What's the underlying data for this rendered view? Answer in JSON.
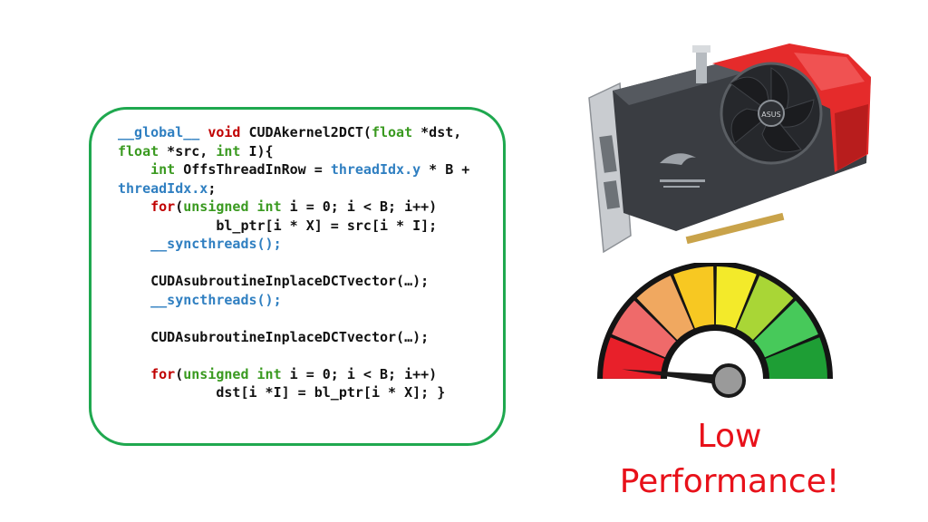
{
  "code": {
    "lines": [
      [
        {
          "t": "__global__",
          "c": "kw-blue"
        },
        {
          "t": " ",
          "c": ""
        },
        {
          "t": "void",
          "c": "kw-red"
        },
        {
          "t": " CUDAkernel2DCT(",
          "c": ""
        },
        {
          "t": "float",
          "c": "kw-green"
        },
        {
          "t": " *dst,",
          "c": ""
        }
      ],
      [
        {
          "t": "float",
          "c": "kw-green"
        },
        {
          "t": " *src, ",
          "c": ""
        },
        {
          "t": "int",
          "c": "kw-green"
        },
        {
          "t": " I){",
          "c": ""
        }
      ],
      [
        {
          "t": "    ",
          "c": ""
        },
        {
          "t": "int",
          "c": "kw-green"
        },
        {
          "t": " OffsThreadInRow = ",
          "c": ""
        },
        {
          "t": "threadIdx.y",
          "c": "kw-blue"
        },
        {
          "t": " * B +",
          "c": ""
        }
      ],
      [
        {
          "t": "threadIdx.x",
          "c": "kw-blue"
        },
        {
          "t": ";",
          "c": ""
        }
      ],
      [
        {
          "t": "    ",
          "c": ""
        },
        {
          "t": "for",
          "c": "kw-red"
        },
        {
          "t": "(",
          "c": ""
        },
        {
          "t": "unsigned",
          "c": "kw-green"
        },
        {
          "t": " ",
          "c": ""
        },
        {
          "t": "int",
          "c": "kw-green"
        },
        {
          "t": " i = 0; i < B; i++)",
          "c": ""
        }
      ],
      [
        {
          "t": "            bl_ptr[i * X] = src[i * I];",
          "c": ""
        }
      ],
      [
        {
          "t": "    ",
          "c": ""
        },
        {
          "t": "__syncthreads();",
          "c": "kw-blue"
        }
      ],
      [],
      [
        {
          "t": "    CUDAsubroutineInplaceDCTvector(…);",
          "c": ""
        }
      ],
      [
        {
          "t": "    ",
          "c": ""
        },
        {
          "t": "__syncthreads();",
          "c": "kw-blue"
        }
      ],
      [],
      [
        {
          "t": "    CUDAsubroutineInplaceDCTvector(…);",
          "c": ""
        }
      ],
      [],
      [
        {
          "t": "    ",
          "c": ""
        },
        {
          "t": "for",
          "c": "kw-red"
        },
        {
          "t": "(",
          "c": ""
        },
        {
          "t": "unsigned",
          "c": "kw-green"
        },
        {
          "t": " ",
          "c": ""
        },
        {
          "t": "int",
          "c": "kw-green"
        },
        {
          "t": " i = 0; i < B; i++)",
          "c": ""
        }
      ],
      [
        {
          "t": "            dst[i *I] = bl_ptr[i * X]; }",
          "c": ""
        }
      ]
    ]
  },
  "gauge": {
    "segment_colors": [
      "#e8202a",
      "#ef6a6a",
      "#f0a860",
      "#f7c822",
      "#f3ea2a",
      "#a9d636",
      "#47c95a",
      "#1e9e35"
    ],
    "level_fraction": 0.06,
    "needle_icon": "gauge-needle-icon"
  },
  "gpu": {
    "brand_text": "ASUS",
    "colors": {
      "shroud": "#e52b2b",
      "body": "#3a3d42",
      "fan": "#1b1c1f",
      "bracket": "#c9ccd0"
    }
  },
  "caption": {
    "line1": "Low",
    "line2": "Performance!",
    "color": "#e8111a"
  }
}
